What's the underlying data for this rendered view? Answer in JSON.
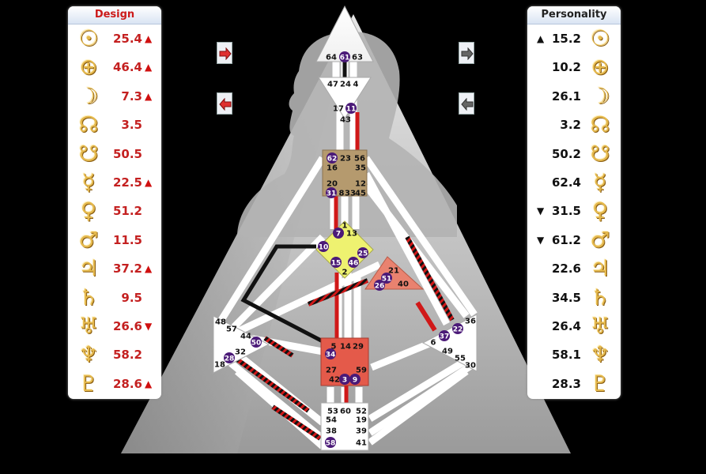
{
  "design": {
    "title": "Design",
    "rows": [
      {
        "planet": "sun-icon",
        "symbol": "☉",
        "value": "25.4",
        "arrow": "▲"
      },
      {
        "planet": "earth-icon",
        "symbol": "⊕",
        "value": "46.4",
        "arrow": "▲"
      },
      {
        "planet": "moon-icon",
        "symbol": "☽",
        "value": "7.3",
        "arrow": "▲"
      },
      {
        "planet": "north-node-icon",
        "symbol": "☊",
        "value": "3.5",
        "arrow": ""
      },
      {
        "planet": "south-node-icon",
        "symbol": "☋",
        "value": "50.5",
        "arrow": ""
      },
      {
        "planet": "mercury-icon",
        "symbol": "☿",
        "value": "22.5",
        "arrow": "▲"
      },
      {
        "planet": "venus-icon",
        "symbol": "♀",
        "value": "51.2",
        "arrow": ""
      },
      {
        "planet": "mars-icon",
        "symbol": "♂",
        "value": "11.5",
        "arrow": ""
      },
      {
        "planet": "jupiter-icon",
        "symbol": "♃",
        "value": "37.2",
        "arrow": "▲"
      },
      {
        "planet": "saturn-icon",
        "symbol": "♄",
        "value": "9.5",
        "arrow": ""
      },
      {
        "planet": "uranus-icon",
        "symbol": "♅",
        "value": "26.6",
        "arrow": "▼"
      },
      {
        "planet": "neptune-icon",
        "symbol": "♆",
        "value": "58.2",
        "arrow": ""
      },
      {
        "planet": "pluto-icon",
        "symbol": "♇",
        "value": "28.6",
        "arrow": "▲"
      }
    ]
  },
  "personality": {
    "title": "Personality",
    "rows": [
      {
        "planet": "sun-icon",
        "symbol": "☉",
        "value": "15.2",
        "arrow": "▲"
      },
      {
        "planet": "earth-icon",
        "symbol": "⊕",
        "value": "10.2",
        "arrow": ""
      },
      {
        "planet": "moon-icon",
        "symbol": "☽",
        "value": "26.1",
        "arrow": ""
      },
      {
        "planet": "north-node-icon",
        "symbol": "☊",
        "value": "3.2",
        "arrow": ""
      },
      {
        "planet": "south-node-icon",
        "symbol": "☋",
        "value": "50.2",
        "arrow": ""
      },
      {
        "planet": "mercury-icon",
        "symbol": "☿",
        "value": "62.4",
        "arrow": ""
      },
      {
        "planet": "venus-icon",
        "symbol": "♀",
        "value": "31.5",
        "arrow": "▼"
      },
      {
        "planet": "mars-icon",
        "symbol": "♂",
        "value": "61.2",
        "arrow": "▼"
      },
      {
        "planet": "jupiter-icon",
        "symbol": "♃",
        "value": "22.6",
        "arrow": ""
      },
      {
        "planet": "saturn-icon",
        "symbol": "♄",
        "value": "34.5",
        "arrow": ""
      },
      {
        "planet": "uranus-icon",
        "symbol": "♅",
        "value": "26.4",
        "arrow": ""
      },
      {
        "planet": "neptune-icon",
        "symbol": "♆",
        "value": "58.1",
        "arrow": ""
      },
      {
        "planet": "pluto-icon",
        "symbol": "♇",
        "value": "28.3",
        "arrow": ""
      }
    ]
  },
  "colors": {
    "design_red": "#c42020",
    "personality_black": "#111111",
    "glyph_gold": "#e5b94e",
    "activated_gate": "#4b1a78"
  },
  "bodygraph": {
    "gates": [
      {
        "id": "g64",
        "label": "64",
        "active": false
      },
      {
        "id": "g61",
        "label": "61",
        "active": true
      },
      {
        "id": "g63",
        "label": "63",
        "active": false
      },
      {
        "id": "g47",
        "label": "47",
        "active": false
      },
      {
        "id": "g24",
        "label": "24",
        "active": false
      },
      {
        "id": "g4",
        "label": "4",
        "active": false
      },
      {
        "id": "g17",
        "label": "17",
        "active": false
      },
      {
        "id": "g11",
        "label": "11",
        "active": true
      },
      {
        "id": "g43",
        "label": "43",
        "active": false
      },
      {
        "id": "g62",
        "label": "62",
        "active": true
      },
      {
        "id": "g23",
        "label": "23",
        "active": false
      },
      {
        "id": "g56",
        "label": "56",
        "active": false
      },
      {
        "id": "g16",
        "label": "16",
        "active": false
      },
      {
        "id": "g35",
        "label": "35",
        "active": false
      },
      {
        "id": "g20",
        "label": "20",
        "active": false
      },
      {
        "id": "g12",
        "label": "12",
        "active": false
      },
      {
        "id": "g31",
        "label": "31",
        "active": true
      },
      {
        "id": "g8",
        "label": "8",
        "active": false
      },
      {
        "id": "g33",
        "label": "33",
        "active": false
      },
      {
        "id": "g45",
        "label": "45",
        "active": false
      },
      {
        "id": "g1",
        "label": "1",
        "active": false
      },
      {
        "id": "g7",
        "label": "7",
        "active": true
      },
      {
        "id": "g13",
        "label": "13",
        "active": false
      },
      {
        "id": "g10",
        "label": "10",
        "active": true
      },
      {
        "id": "g25",
        "label": "25",
        "active": true
      },
      {
        "id": "g15",
        "label": "15",
        "active": true
      },
      {
        "id": "g46",
        "label": "46",
        "active": true
      },
      {
        "id": "g2",
        "label": "2",
        "active": false
      },
      {
        "id": "g21",
        "label": "21",
        "active": false
      },
      {
        "id": "g51",
        "label": "51",
        "active": true
      },
      {
        "id": "g26",
        "label": "26",
        "active": true
      },
      {
        "id": "g40",
        "label": "40",
        "active": false
      },
      {
        "id": "g48",
        "label": "48",
        "active": false
      },
      {
        "id": "g57",
        "label": "57",
        "active": false
      },
      {
        "id": "g44",
        "label": "44",
        "active": false
      },
      {
        "id": "g50",
        "label": "50",
        "active": true
      },
      {
        "id": "g32",
        "label": "32",
        "active": false
      },
      {
        "id": "g28",
        "label": "28",
        "active": true
      },
      {
        "id": "g18",
        "label": "18",
        "active": false
      },
      {
        "id": "g36",
        "label": "36",
        "active": false
      },
      {
        "id": "g22",
        "label": "22",
        "active": true
      },
      {
        "id": "g37",
        "label": "37",
        "active": true
      },
      {
        "id": "g6",
        "label": "6",
        "active": false
      },
      {
        "id": "g49",
        "label": "49",
        "active": false
      },
      {
        "id": "g55",
        "label": "55",
        "active": false
      },
      {
        "id": "g30",
        "label": "30",
        "active": false
      },
      {
        "id": "g5",
        "label": "5",
        "active": false
      },
      {
        "id": "g14",
        "label": "14",
        "active": false
      },
      {
        "id": "g29",
        "label": "29",
        "active": false
      },
      {
        "id": "g34",
        "label": "34",
        "active": true
      },
      {
        "id": "g27",
        "label": "27",
        "active": false
      },
      {
        "id": "g59",
        "label": "59",
        "active": false
      },
      {
        "id": "g42",
        "label": "42",
        "active": false
      },
      {
        "id": "g3",
        "label": "3",
        "active": true
      },
      {
        "id": "g9",
        "label": "9",
        "active": true
      },
      {
        "id": "g53",
        "label": "53",
        "active": false
      },
      {
        "id": "g60",
        "label": "60",
        "active": false
      },
      {
        "id": "g52",
        "label": "52",
        "active": false
      },
      {
        "id": "g54",
        "label": "54",
        "active": false
      },
      {
        "id": "g19",
        "label": "19",
        "active": false
      },
      {
        "id": "g38",
        "label": "38",
        "active": false
      },
      {
        "id": "g39",
        "label": "39",
        "active": false
      },
      {
        "id": "g58",
        "label": "58",
        "active": true
      },
      {
        "id": "g41",
        "label": "41",
        "active": false
      }
    ]
  }
}
